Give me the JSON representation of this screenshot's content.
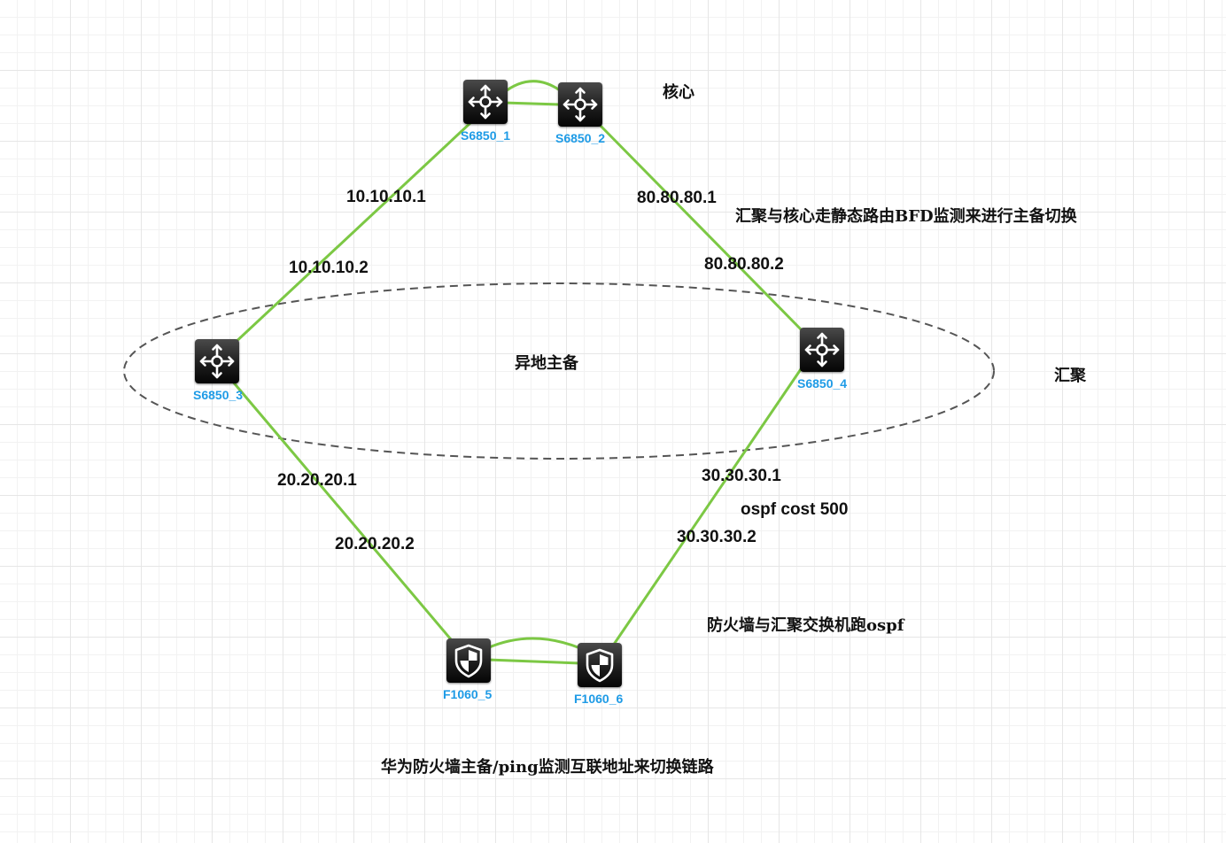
{
  "devices": {
    "s6850_1": {
      "label": "S6850_1",
      "icon": "switch-icon"
    },
    "s6850_2": {
      "label": "S6850_2",
      "icon": "switch-icon"
    },
    "s6850_3": {
      "label": "S6850_3",
      "icon": "switch-icon"
    },
    "s6850_4": {
      "label": "S6850_4",
      "icon": "switch-icon"
    },
    "f1060_5": {
      "label": "F1060_5",
      "icon": "firewall-icon"
    },
    "f1060_6": {
      "label": "F1060_6",
      "icon": "firewall-icon"
    }
  },
  "links": {
    "s1_s3": {
      "near_s1": "10.10.10.1",
      "near_s3": "10.10.10.2"
    },
    "s2_s4": {
      "near_s2": "80.80.80.1",
      "near_s4": "80.80.80.2"
    },
    "s3_f5": {
      "near_s3": "20.20.20.1",
      "near_f5": "20.20.20.2"
    },
    "s4_f6": {
      "near_s4": "30.30.30.1",
      "near_f6": "30.30.30.2",
      "note": "ospf cost 500"
    }
  },
  "notes": {
    "core": "核心",
    "aggregation": "汇聚",
    "remote_active_standby": "异地主备",
    "static_bfd": "汇聚与核心走静态路由BFD监测来进行主备切换",
    "firewall_ospf": "防火墙与汇聚交换机跑ospf",
    "huawei_firewall": "华为防火墙主备/ping监测互联地址来切换链路"
  },
  "colors": {
    "link": "#7cc844",
    "device_label": "#1e9be6",
    "zone_outline": "#555555"
  }
}
